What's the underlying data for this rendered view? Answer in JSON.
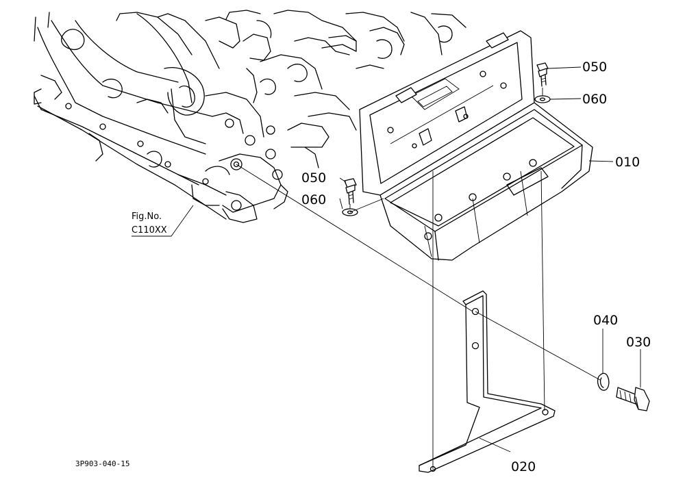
{
  "parts": [
    {
      "id": "010",
      "label": "010"
    },
    {
      "id": "020",
      "label": "020"
    },
    {
      "id": "030",
      "label": "030"
    },
    {
      "id": "040",
      "label": "040"
    },
    {
      "id": "050_top",
      "label": "050"
    },
    {
      "id": "060_top",
      "label": "060"
    },
    {
      "id": "050_left",
      "label": "050"
    },
    {
      "id": "060_left",
      "label": "060"
    }
  ],
  "reference": {
    "line1": "Fig.No.",
    "line2": "C110XX"
  },
  "diagram_code": "3P903-040-15"
}
